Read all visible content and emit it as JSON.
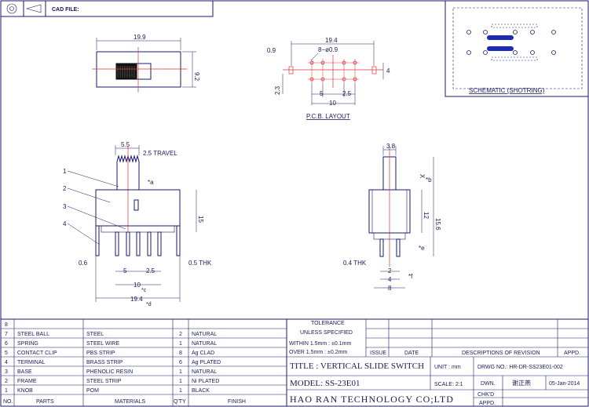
{
  "header": {
    "cad_label": "CAD FILE:"
  },
  "schematic": {
    "label": "SCHEMATIC (SHOTRING)"
  },
  "pcb": {
    "label": "P.C.B. LAYOUT",
    "dims": {
      "d194": "19.4",
      "holes": "8−ø0.9",
      "d09": "0.9",
      "d4": "4",
      "d23": "2.3",
      "d5": "5",
      "d25": "2.5",
      "d10": "10"
    }
  },
  "top_view": {
    "d199": "19.9",
    "d92": "9.2"
  },
  "front_view": {
    "d55": "5.5",
    "travel": "2.5 TRAVEL",
    "a": "*a",
    "d15": "15",
    "d06": "0.6",
    "d05": "0.5 THK",
    "d5": "5",
    "d25": "2.5",
    "d10": "10",
    "c": "*c",
    "d194": "19.4",
    "d": "*d",
    "callouts": [
      "1",
      "2",
      "3",
      "4"
    ]
  },
  "side_view": {
    "d38": "3.8",
    "x": "X",
    "b": "*b",
    "d12": "12",
    "d156": "15.6",
    "e": "*e",
    "d04": "0.4 THK",
    "d2": "2",
    "d4": "4",
    "d8": "8",
    "f": "*f"
  },
  "bom": {
    "rows": [
      {
        "no": "8",
        "part": "",
        "material": "",
        "qty": "",
        "finish": ""
      },
      {
        "no": "7",
        "part": "STEEL BALL",
        "material": "STEEL",
        "qty": "2",
        "finish": "NATURAL"
      },
      {
        "no": "6",
        "part": "SPRING",
        "material": "STEEL WIRE",
        "qty": "1",
        "finish": "NATURAL"
      },
      {
        "no": "5",
        "part": "CONTACT CLIP",
        "material": "PBS STRIP",
        "qty": "8",
        "finish": "Ag CLAD"
      },
      {
        "no": "4",
        "part": "TERMINAL",
        "material": "BRASS STRIP",
        "qty": "6",
        "finish": "Ag PLATED"
      },
      {
        "no": "3",
        "part": "BASE",
        "material": "PHENOLIC RESIN",
        "qty": "1",
        "finish": "NATURAL"
      },
      {
        "no": "2",
        "part": "FRAME",
        "material": "STEEL STRIP",
        "qty": "1",
        "finish": "Ni PLATED"
      },
      {
        "no": "1",
        "part": "KNOB",
        "material": "POM",
        "qty": "1",
        "finish": "BLACK"
      }
    ],
    "headers": {
      "no": "NO.",
      "part": "PARTS",
      "material": "MATERIALS",
      "qty": "Q'TY",
      "finish": "FINISH"
    }
  },
  "title_block": {
    "tolerance": "TOLERANCE",
    "unless": "UNLESS  SPECIFIED",
    "within": "WITHIN 1.5mm : ±0.1mm",
    "over": "OVER 1.5mm : ±0.2mm",
    "issue": "ISSUE",
    "date": "DATE",
    "descriptions": "DESCRIPTIONS OF REVISION",
    "appd": "APPD.",
    "title": "TITLE : VERTICAL SLIDE SWITCH",
    "unit": "UNIT :  mm",
    "drwg_no": "DRWG NO.:  HR-DR-SS23E01-002",
    "model": "MODEL: SS-23E01",
    "scale": "SCALE:  2:1",
    "dwn_label": "DWN.",
    "dwn_name": "谢正燕",
    "dwn_date": "05-Jan-2014",
    "chkd": "CHK'D",
    "appd2": "APPD.",
    "company": "HAO RAN TECHNOLOGY CO;LTD"
  }
}
